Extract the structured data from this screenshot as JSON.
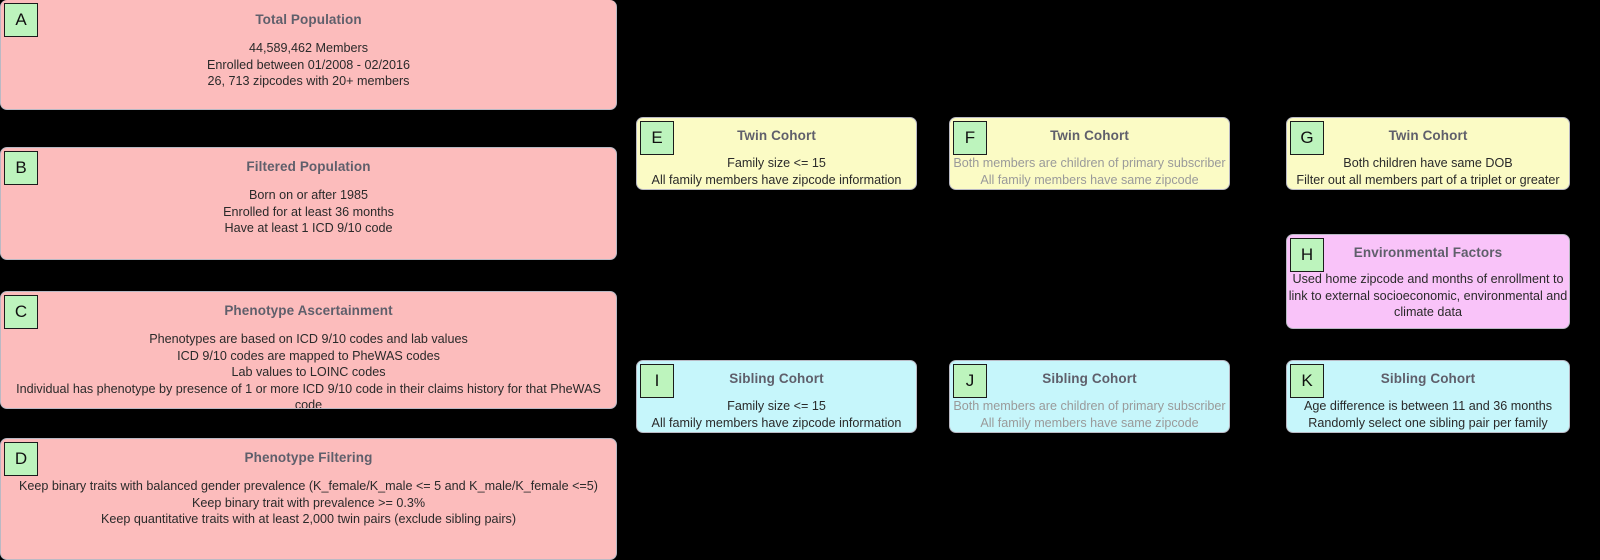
{
  "diagram": {
    "colors": {
      "background": "#000000",
      "pink_panel": "#fcbcbc",
      "yellow_panel": "#fbfbc5",
      "cyan_panel": "#c6f6fb",
      "magenta_panel": "#f9c3f9",
      "badge": "#bdf4bd",
      "title_text": "#5f5f6b",
      "body_text": "#2a2a2a",
      "dim_body_text": "#9a9a9a"
    },
    "panels": {
      "a": {
        "badge": "A",
        "title": "Total Population",
        "body": "44,589,462 Members\nEnrolled between 01/2008 - 02/2016\n26, 713 zipcodes with 20+ members"
      },
      "b": {
        "badge": "B",
        "title": "Filtered Population",
        "body": "Born on or after 1985\nEnrolled for at least 36 months\nHave at least 1 ICD 9/10 code"
      },
      "c": {
        "badge": "C",
        "title": "Phenotype Ascertainment",
        "body": "Phenotypes are based on ICD 9/10 codes and lab values\nICD 9/10 codes are mapped to PheWAS codes\nLab values to LOINC codes\nIndividual has phenotype by presence of 1 or more ICD 9/10 code in their claims history for that PheWAS code"
      },
      "d": {
        "badge": "D",
        "title": "Phenotype Filtering",
        "body": "Keep binary traits with balanced gender prevalence (K_female/K_male <= 5 and K_male/K_female <=5)\nKeep binary trait with prevalence >= 0.3%\nKeep quantitative traits with at least 2,000 twin pairs (exclude sibling pairs)"
      },
      "e": {
        "badge": "E",
        "title": "Twin Cohort",
        "body": "Family size <= 15\nAll family members have zipcode information"
      },
      "f": {
        "badge": "F",
        "title": "Twin Cohort",
        "body": "Both members are children of primary subscriber\nAll family members have same zipcode"
      },
      "g": {
        "badge": "G",
        "title": "Twin Cohort",
        "body": "Both children have same DOB\nFilter out all members part of a triplet or greater"
      },
      "h": {
        "badge": "H",
        "title": "Environmental Factors",
        "body": "Used home zipcode and months of enrollment to\nlink to external socioeconomic, environmental and\nclimate data"
      },
      "i": {
        "badge": "I",
        "title": "Sibling Cohort",
        "body": "Family size <= 15\nAll family members have zipcode information"
      },
      "j": {
        "badge": "J",
        "title": "Sibling Cohort",
        "body": "Both members are children of primary subscriber\nAll family members have same zipcode"
      },
      "k": {
        "badge": "K",
        "title": "Sibling Cohort",
        "body": "Age difference is between 11 and 36 months\nRandomly select one sibling pair per family"
      }
    }
  }
}
